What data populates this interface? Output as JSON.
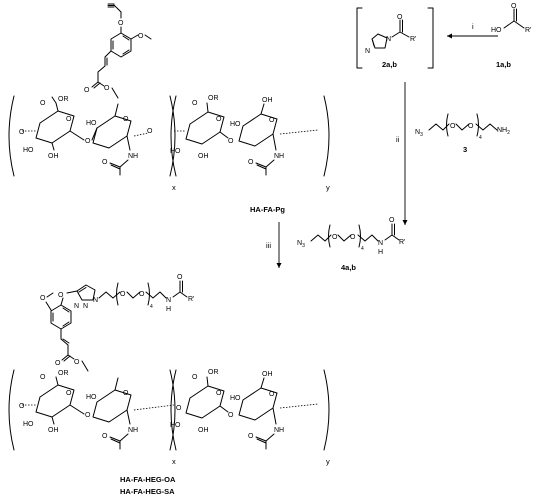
{
  "compounds": {
    "c1": "1a,b",
    "c2": "2a,b",
    "c3": "3",
    "c4": "4a,b",
    "polymer_start": "HA-FA-Pg",
    "product_oa": "HA-FA-HEG-OA",
    "product_sa": "HA-FA-HEG-SA"
  },
  "steps": {
    "i": "i",
    "ii": "ii",
    "iii": "iii"
  },
  "atoms": {
    "O": "O",
    "OH": "OH",
    "HO": "HO",
    "OR": "OR",
    "NH": "NH",
    "N": "N",
    "H": "H",
    "R": "R'",
    "N3": "N",
    "N3_sub": "3",
    "NH2": "NH",
    "NH2_sub": "2"
  },
  "repeat_units": {
    "x": "x",
    "y": "y",
    "peg_n": "4"
  }
}
